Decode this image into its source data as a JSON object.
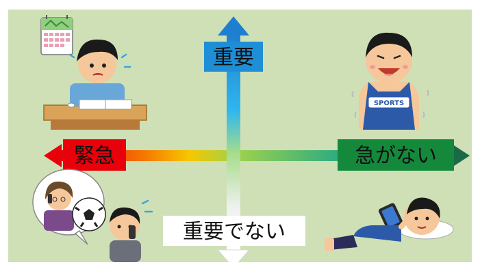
{
  "matrix": {
    "top_label": "重要",
    "bottom_label": "重要でない",
    "left_label": "緊急",
    "right_label": "急がない"
  },
  "illustrations": {
    "top_left": "studying-student-with-calendar",
    "top_right": "athlete-in-tank-top",
    "bottom_left": "phone-call-mother-and-boy",
    "bottom_right": "boy-lying-with-smartphone"
  },
  "badge": {
    "text": "SPORTS"
  },
  "colors": {
    "background": "#cfe0b6",
    "urgent_red": "#e8000b",
    "not_urgent_green": "#14893c",
    "important_blue": "#1e8fd6"
  }
}
